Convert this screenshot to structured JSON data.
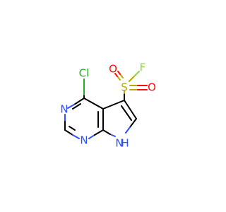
{
  "molecule": {
    "atoms": {
      "cl": "Cl",
      "n1": "N",
      "n3": "N",
      "nh": "H",
      "nh_n": "N",
      "s": "S",
      "o1": "O",
      "o2": "O",
      "f": "F"
    },
    "colors": {
      "carbon": "#000000",
      "nitrogen": "#3050F8",
      "chlorine": "#1FAF1F",
      "sulfur": "#B8A800",
      "oxygen": "#FF0D0D",
      "fluorine": "#90D050"
    }
  }
}
